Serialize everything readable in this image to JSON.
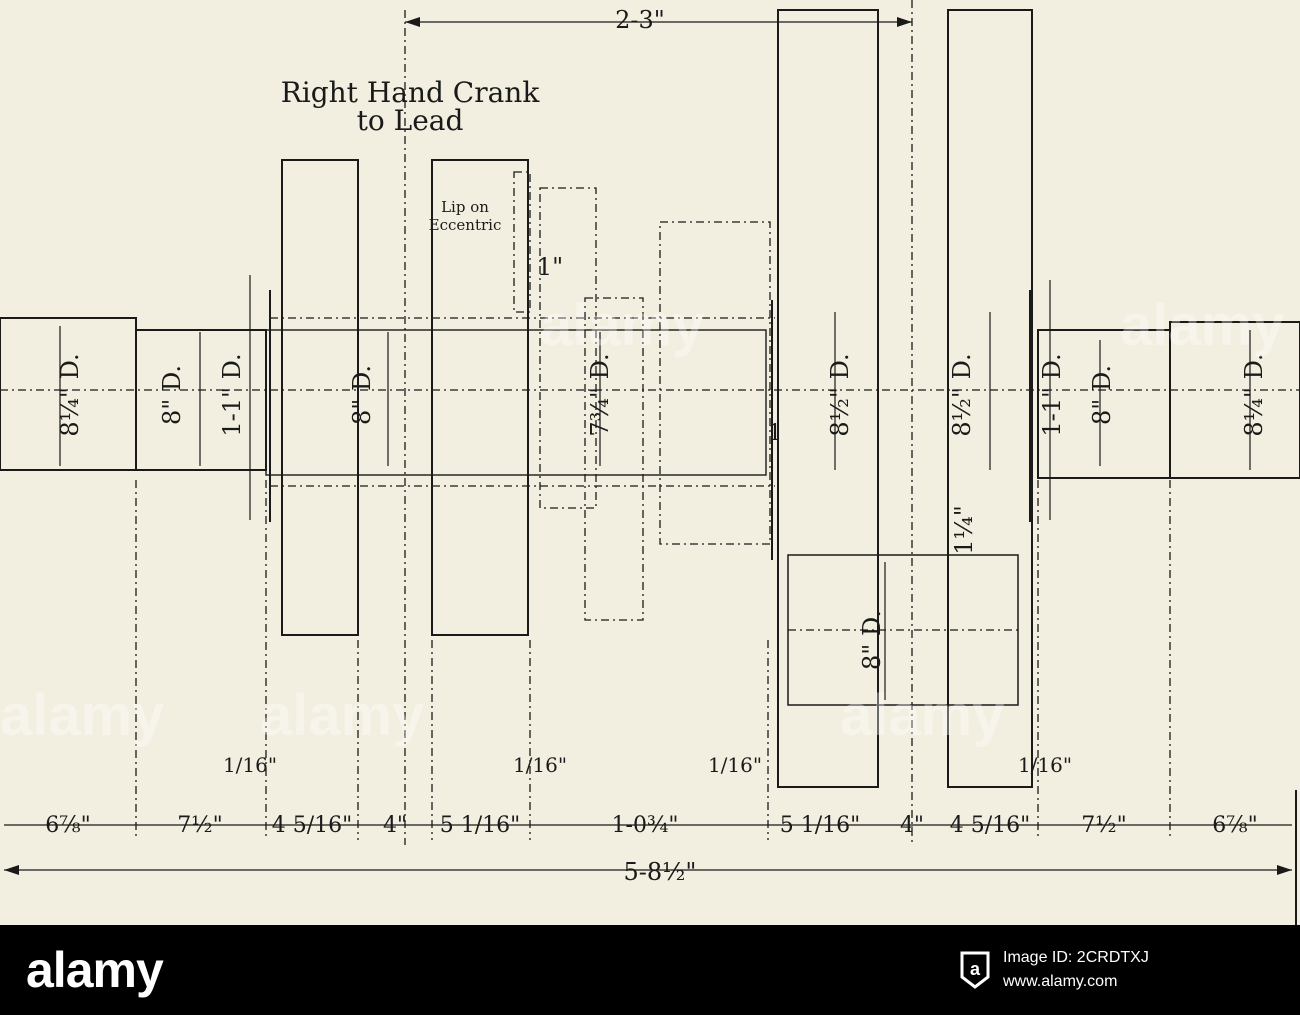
{
  "drawing": {
    "title_line1": "Right Hand Crank",
    "title_line2": "to Lead",
    "note_line1": "Lip on",
    "note_line2": "Eccentric",
    "overall_top": "2-3\"",
    "overall_bottom": "5-8½\"",
    "bottom_dims": [
      "6⅞\"",
      "7½\"",
      "4 5/16\"",
      "4\"",
      "5 1/16\"",
      "1-0¾\"",
      "5 1/16\"",
      "4\"",
      "4 5/16\"",
      "7½\"",
      "6⅞\""
    ],
    "gap_labels": [
      "1/16\"",
      "1/16\"",
      "1/16\"",
      "1/16\""
    ],
    "lip_label": "1\"",
    "vertical_dims": [
      {
        "text": "8¼\" D."
      },
      {
        "text": "8\" D."
      },
      {
        "text": "1-1\" D."
      },
      {
        "text": "8\" D."
      },
      {
        "text": "7¾\" D."
      },
      {
        "text": "8½\" D."
      },
      {
        "text": "8½\" D."
      },
      {
        "text": "1-1\" D."
      },
      {
        "text": "8\" D."
      },
      {
        "text": "8¼\" D."
      },
      {
        "text": "8\" D."
      },
      {
        "text": "1¼\""
      }
    ],
    "small_one": "1",
    "watermark": "alamy"
  },
  "footer": {
    "brand": "alamy",
    "image_id": "Image ID: 2CRDTXJ",
    "site": "www.alamy.com"
  },
  "colors": {
    "paper": "#f2eee0",
    "ink": "#1a1a1a",
    "footer_bg": "#000000",
    "footer_text": "#ffffff"
  }
}
